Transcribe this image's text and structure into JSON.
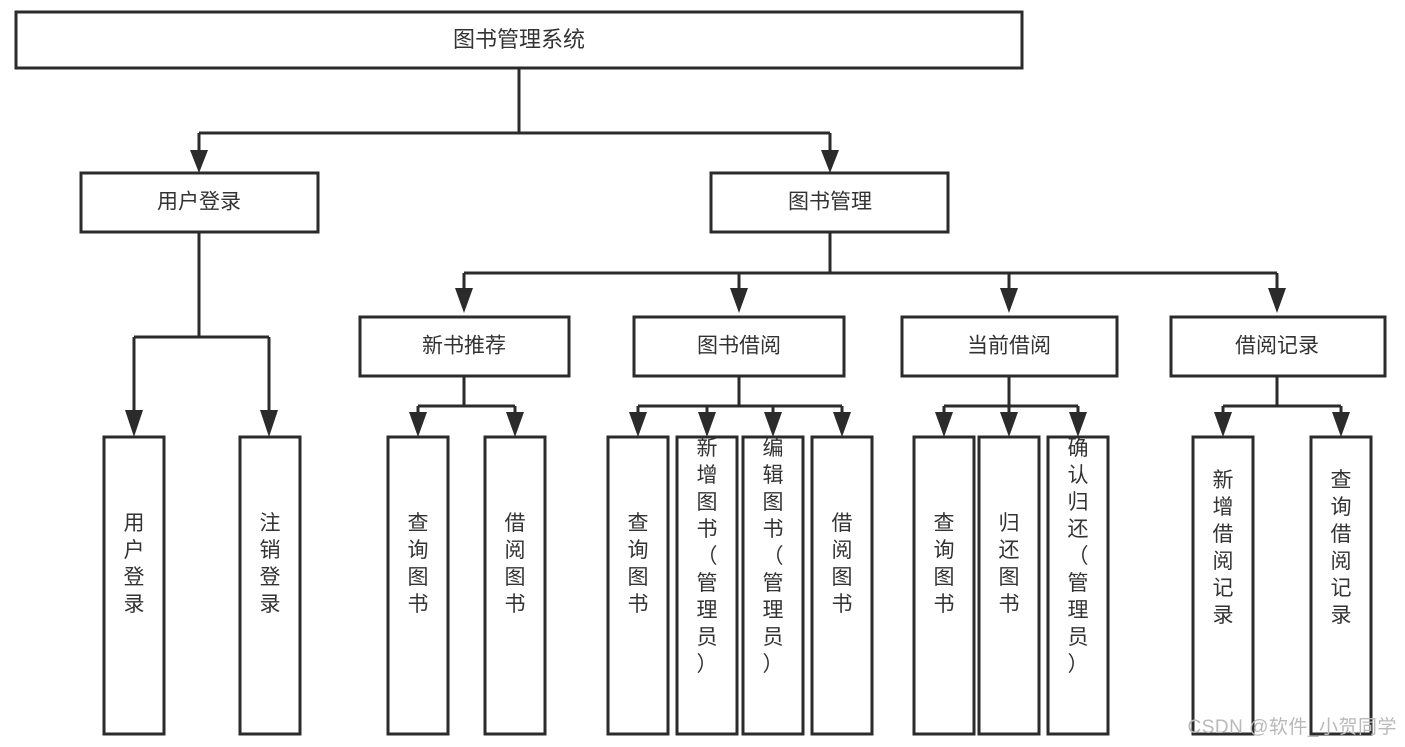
{
  "diagram": {
    "type": "tree-hierarchy-chart",
    "title": "图书管理系统",
    "watermark": "CSDN @软件_小贺同学",
    "colors": {
      "stroke": "#2b2b2b",
      "box_fill": "#ffffff",
      "text": "#333333",
      "background": "#ffffff",
      "watermark": "#b9b9b9"
    },
    "root": {
      "label": "图书管理系统"
    },
    "level2": [
      {
        "label": "用户登录"
      },
      {
        "label": "图书管理"
      }
    ],
    "level3": [
      {
        "label": "新书推荐"
      },
      {
        "label": "图书借阅"
      },
      {
        "label": "当前借阅"
      },
      {
        "label": "借阅记录"
      }
    ],
    "leaves": {
      "user_login": [
        {
          "label": "用户登录"
        },
        {
          "label": "注销登录"
        }
      ],
      "new_book_recommend": [
        {
          "label": "查询图书"
        },
        {
          "label": "借阅图书"
        }
      ],
      "book_borrow": [
        {
          "label": "查询图书"
        },
        {
          "label": "新增图书（管理员）"
        },
        {
          "label": "编辑图书（管理员）"
        },
        {
          "label": "借阅图书"
        }
      ],
      "current_borrow": [
        {
          "label": "查询图书"
        },
        {
          "label": "归还图书"
        },
        {
          "label": "确认归还（管理员）"
        }
      ],
      "borrow_records": [
        {
          "label": "新增借阅记录"
        },
        {
          "label": "查询借阅记录"
        }
      ]
    }
  }
}
